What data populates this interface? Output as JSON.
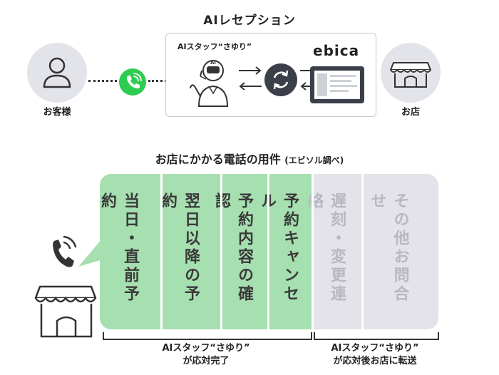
{
  "top_title": "AIレセプション",
  "customer_label": "お客様",
  "store_label": "お店",
  "staff_name": "AIスタッフ“さゆり”",
  "robot_badge": "AI",
  "system_logo": "ebica",
  "section_title": "お店にかかる電話の用件",
  "section_note": "(エビソル調べ)",
  "categories": [
    {
      "label": "当日・直前予約",
      "state": "handled"
    },
    {
      "label": "翌日以降の予約",
      "state": "handled"
    },
    {
      "label": "予約内容の確認",
      "state": "handled"
    },
    {
      "label": "予約キャンセル",
      "state": "handled"
    },
    {
      "label": "遅刻・変更連絡",
      "state": "transferred"
    },
    {
      "label": "その他お問合せ",
      "state": "transferred"
    }
  ],
  "footer_left": {
    "line1": "AIスタッフ“さゆり”",
    "line2": "が応対完了"
  },
  "footer_right": {
    "line1": "AIスタッフ“さゆり”",
    "line2": "が応対後お店に転送"
  },
  "colors": {
    "handled": "#a6dfb0",
    "transferred": "#e3e3e9",
    "call": "#2ecc52"
  }
}
